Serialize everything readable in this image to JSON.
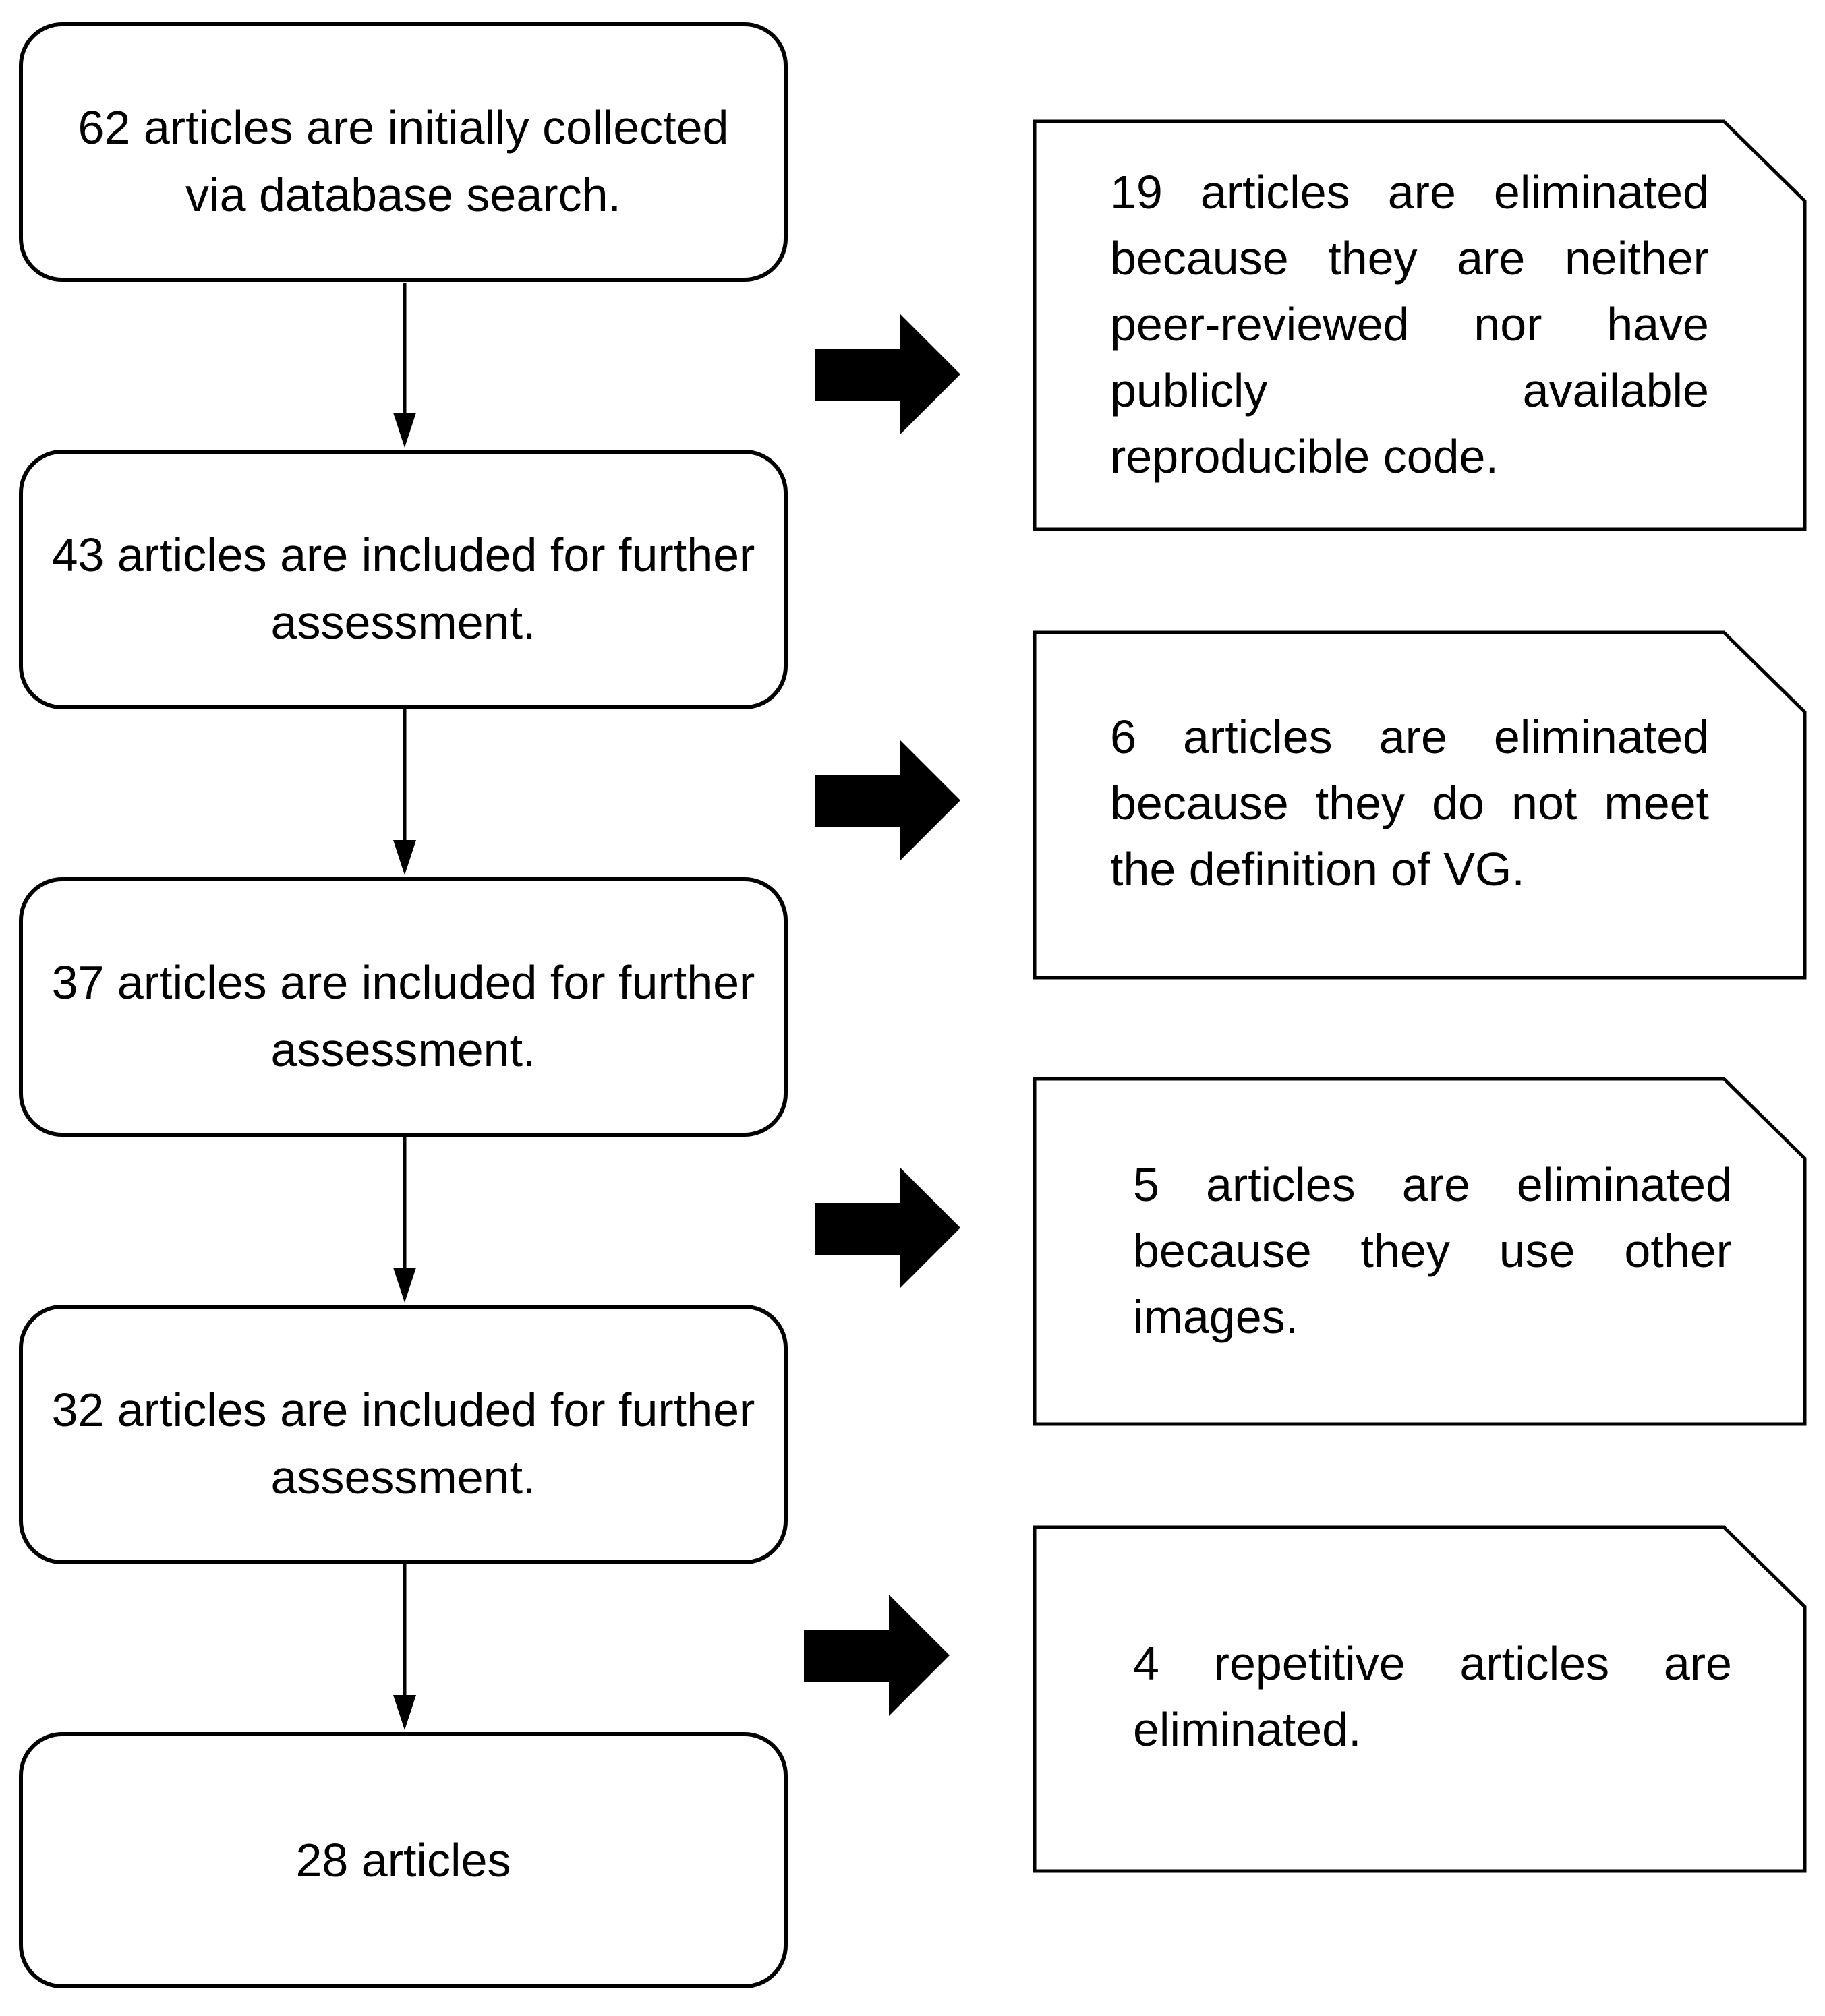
{
  "steps": [
    {
      "text": "62 articles are initially collected via database search."
    },
    {
      "text": "43 articles are included for further assessment."
    },
    {
      "text": "37 articles are included for further assessment."
    },
    {
      "text": "32 articles are included for further assessment."
    },
    {
      "text": "28 articles"
    }
  ],
  "exclusions": [
    {
      "text": "19 articles are eliminated because they are neither peer-reviewed nor have publicly available reproducible code."
    },
    {
      "text": "6 articles are eliminated because they do not meet the definition of VG."
    },
    {
      "text": "5 articles are eliminated because they use other images."
    },
    {
      "text": "4 repetitive articles are eliminated."
    }
  ]
}
